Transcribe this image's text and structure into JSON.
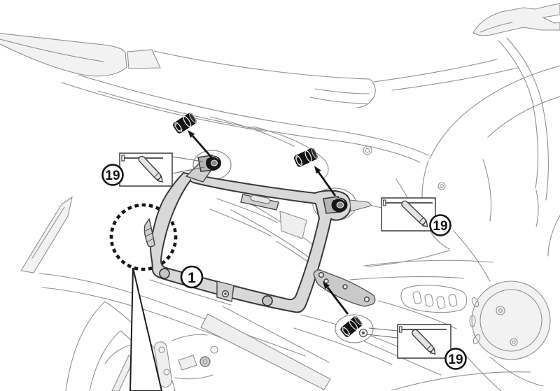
{
  "diagram": {
    "kind": "motorcycle-pannier-rack-installation-diagram",
    "background": "#ffffff",
    "palette": {
      "bike_line": "#8f8f8f",
      "bike_fill": "#f2f2f2",
      "rack_fill": "#d8d8d8",
      "rack_outline": "#3a3a3a",
      "hardware_dark": "#141414",
      "highlight_bubble": "#ffffff",
      "callout_border": "#2e2e2e",
      "badge_border": "#141414",
      "badge_text": "#111111"
    },
    "badges": {
      "frame": {
        "label": "1"
      },
      "screw_top_left": {
        "label": "19"
      },
      "screw_top_right": {
        "label": "19"
      },
      "screw_bottom": {
        "label": "19"
      }
    }
  }
}
